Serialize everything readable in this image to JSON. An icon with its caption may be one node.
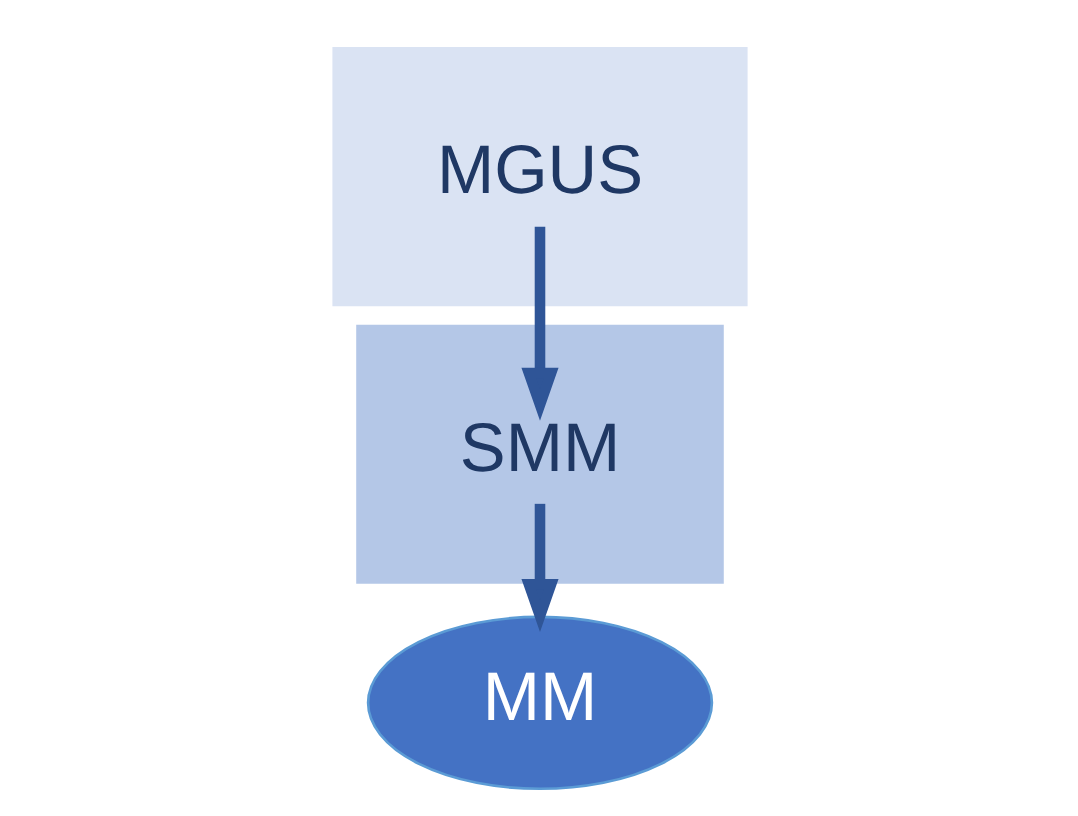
{
  "diagram": {
    "nodes": [
      {
        "text": [],
        "shape": "box"
      },
      {
        "text": [
          "MGUS"
        ],
        "in": 0
      },
      {
        "text": [
          "MM"
        ]
      },
      {
        "text": [],
        "shape": "box"
      },
      {
        "text": [
          "SMM"
        ],
        "in": 3
      }
    ],
    "edges": [
      {
        "from": 1,
        "to": 4,
        "arrow": "to"
      },
      {
        "from": 4,
        "to": 2,
        "arrow": "to"
      }
    ]
  }
}
